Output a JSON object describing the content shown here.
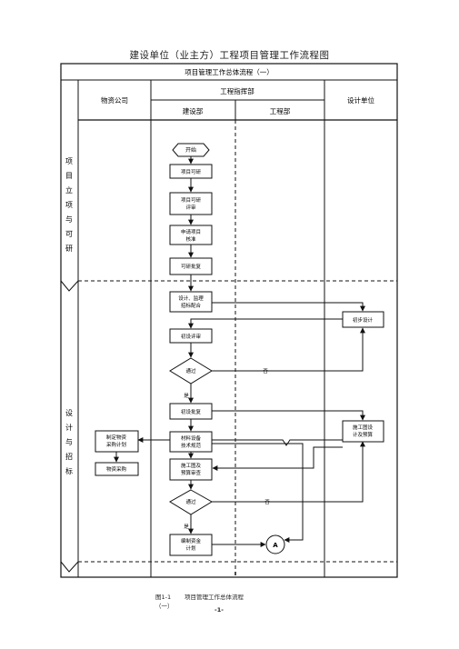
{
  "page": {
    "title": "建设单位（业主方）工程项目管理工作流程图",
    "caption_fig_no": "图1-1",
    "caption_name": "项目管理工作总体流程",
    "caption_sub": "（一）",
    "page_number": "-1-"
  },
  "header": {
    "flow_title": "项目管理工作总体流程（一）",
    "col_materials": "物资公司",
    "group_command": "工程指挥部",
    "col_construction_dept": "建设部",
    "col_engineering_dept": "工程部",
    "col_design_unit": "设计单位"
  },
  "phases": {
    "phase1": "项目立项与可研",
    "phase2": "设计与招标"
  },
  "nodes": {
    "start": "开始",
    "proposal": [
      "项目可研"
    ],
    "feasibility_review": [
      "项目可研",
      "评审"
    ],
    "apply_approval": [
      "申请项目",
      "核准"
    ],
    "study_plan": [
      "可研批复"
    ],
    "design_cooperation": [
      "设计、监理",
      "招标配合"
    ],
    "preliminary_design": [
      "初步设计"
    ],
    "review": [
      "初设评审"
    ],
    "pass1": "通过",
    "no1": "否",
    "yes1": "是",
    "approval_reply": [
      "初设批复"
    ],
    "construction_drawing": [
      "施工图设",
      "计及预算"
    ],
    "material_plan": [
      "制定物资",
      "采购计划"
    ],
    "material_purchase": [
      "物资采购"
    ],
    "material_tech": [
      "材料设备",
      "技术规范"
    ],
    "budget_review": [
      "施工图及",
      "预算审查"
    ],
    "pass2": "通过",
    "no2": "否",
    "yes2": "是",
    "fund_plan": [
      "编制资金",
      "计划"
    ],
    "connector": "A"
  }
}
